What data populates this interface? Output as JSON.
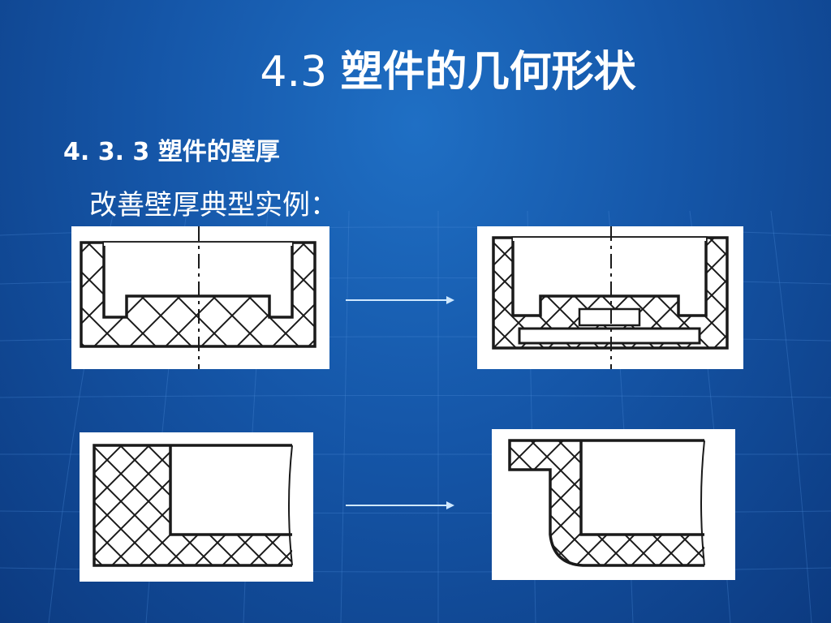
{
  "slide": {
    "title_number": "4.3",
    "title_text": "塑件的几何形状",
    "subtitle": "4. 3. 3  塑件的壁厚",
    "example_label": "改善壁厚典型实例："
  },
  "colors": {
    "background": "#1556a8",
    "text": "#ffffff",
    "arrow": "#cfe8ff",
    "hatch": "#1a1a1a"
  },
  "diagrams": [
    {
      "name": "thick-wall-cup-section",
      "role": "before"
    },
    {
      "name": "improved-cup-section",
      "role": "after"
    },
    {
      "name": "thick-corner-section",
      "role": "before"
    },
    {
      "name": "uniform-corner-section",
      "role": "after"
    }
  ]
}
